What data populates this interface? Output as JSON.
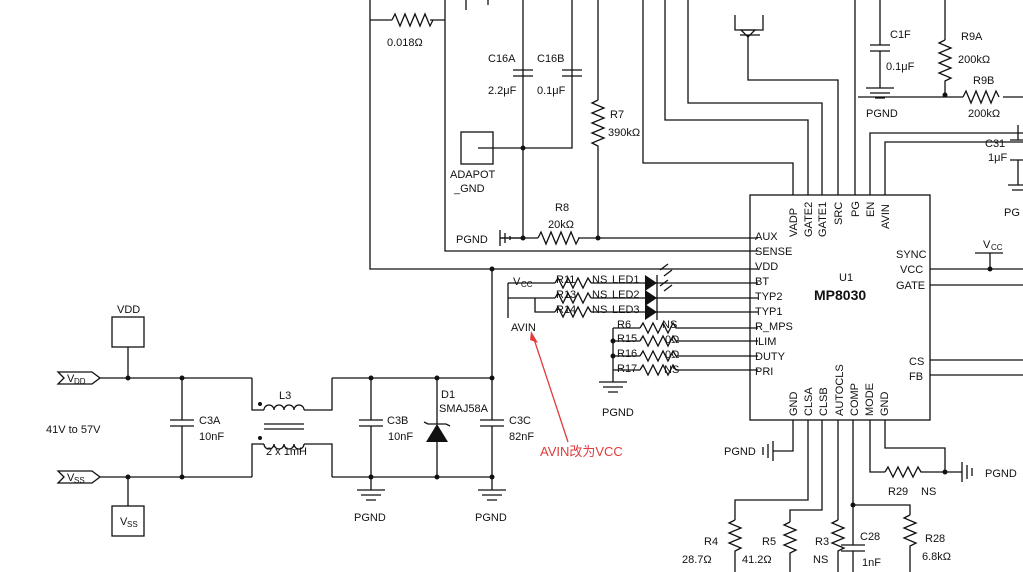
{
  "schematic": {
    "ic": {
      "ref": "U1",
      "part": "MP8030",
      "left_pins": [
        "AUX",
        "SENSE",
        "VDD",
        "BT",
        "TYP2",
        "TYP1",
        "R_MPS",
        "ILIM",
        "DUTY",
        "PRI"
      ],
      "top_pins": [
        "VADP",
        "GATE2",
        "GATE1",
        "SRC",
        "PG",
        "EN",
        "AVIN"
      ],
      "right_pins": [
        "SYNC",
        "VCC",
        "GATE",
        "CS",
        "FB"
      ],
      "bottom_pins": [
        "GND",
        "CLSA",
        "CLSB",
        "AUTOCLS",
        "COMP",
        "MODE",
        "GND"
      ]
    },
    "labels": {
      "r_sense": "0.018Ω",
      "c16a_ref": "C16A",
      "c16a_val": "2.2μF",
      "c16b_ref": "C16B",
      "c16b_val": "0.1μF",
      "r7_ref": "R7",
      "r7_val": "390kΩ",
      "r8_ref": "R8",
      "r8_val": "20kΩ",
      "adapot_line1": "ADAPOT",
      "adapot_line2": "_GND",
      "c1f_ref": "C1F",
      "c1f_val": "0.1μF",
      "r9a_ref": "R9A",
      "r9a_val": "200kΩ",
      "r9b_ref": "R9B",
      "r9b_val": "200kΩ",
      "c31_ref": "C31",
      "c31_val": "1μF",
      "pgnd": "PGND",
      "vcc_v": "V",
      "vcc_sub": "CC",
      "r11": "R11",
      "r13": "R13",
      "r14": "R14",
      "ns": "NS",
      "led1": "LED1",
      "led2": "LED2",
      "led3": "LED3",
      "avin": "AVIN",
      "r6": "R6",
      "r15": "R15",
      "r16": "R16",
      "r17": "R17",
      "zero_ohm": "0Ω",
      "vdd_box": "VDD",
      "vdd_v": "V",
      "vdd_sub": "DD",
      "vss_v": "V",
      "vss_sub": "SS",
      "range": "41V to 57V",
      "c3a_ref": "C3A",
      "c3a_val": "10nF",
      "l3_ref": "L3",
      "l3_val": "2 x 1mH",
      "c3b_ref": "C3B",
      "c3b_val": "10nF",
      "d1_ref": "D1",
      "d1_val": "SMAJ58A",
      "c3c_ref": "C3C",
      "c3c_val": "82nF",
      "annotation": "AVIN改为VCC",
      "r29_ref": "R29",
      "r4_ref": "R4",
      "r4_val": "28.7Ω",
      "r5_ref": "R5",
      "r5_val": "41.2Ω",
      "r3_ref": "R3",
      "c28_ref": "C28",
      "c28_val": "1nF",
      "r28_ref": "R28",
      "r28_val": "6.8kΩ",
      "pg_cut": "PG"
    },
    "colors": {
      "wire": "#111111",
      "annotation": "#e23b3b",
      "background": "#ffffff"
    }
  }
}
